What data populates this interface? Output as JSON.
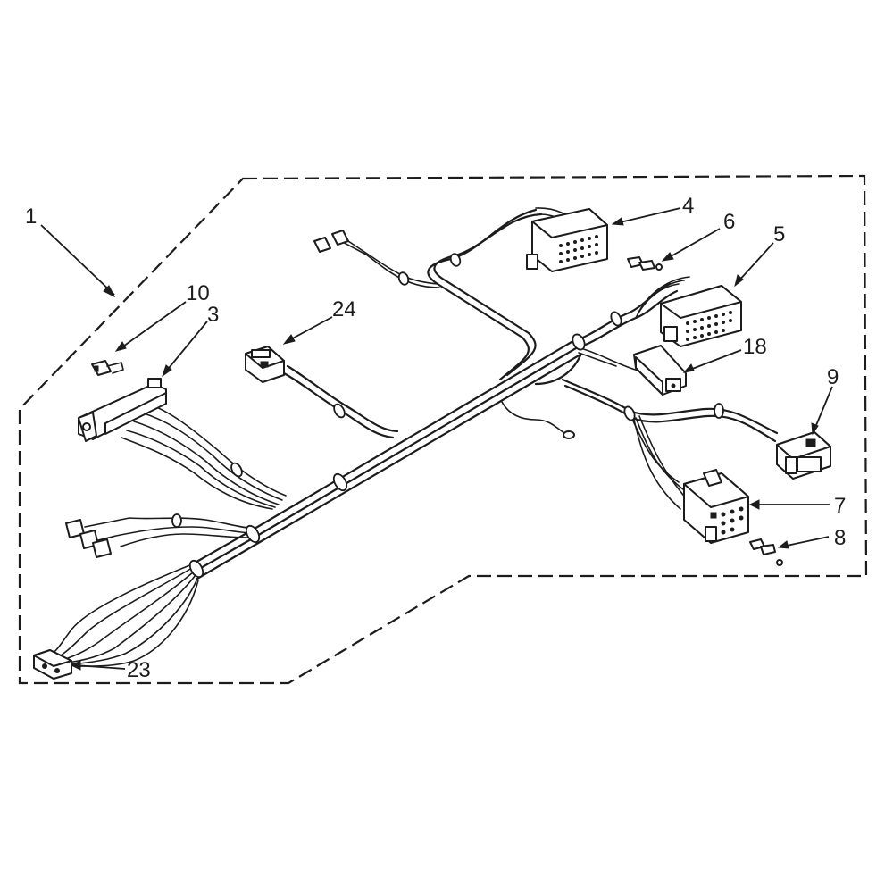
{
  "figure": {
    "callouts": [
      {
        "id": "1",
        "label": "1"
      },
      {
        "id": "10",
        "label": "10"
      },
      {
        "id": "3",
        "label": "3"
      },
      {
        "id": "24",
        "label": "24"
      },
      {
        "id": "4",
        "label": "4"
      },
      {
        "id": "6",
        "label": "6"
      },
      {
        "id": "5",
        "label": "5"
      },
      {
        "id": "18",
        "label": "18"
      },
      {
        "id": "9",
        "label": "9"
      },
      {
        "id": "7",
        "label": "7"
      },
      {
        "id": "8",
        "label": "8"
      },
      {
        "id": "23",
        "label": "23"
      }
    ],
    "ink_color": "#1c1c1c",
    "background_color": "#ffffff"
  }
}
